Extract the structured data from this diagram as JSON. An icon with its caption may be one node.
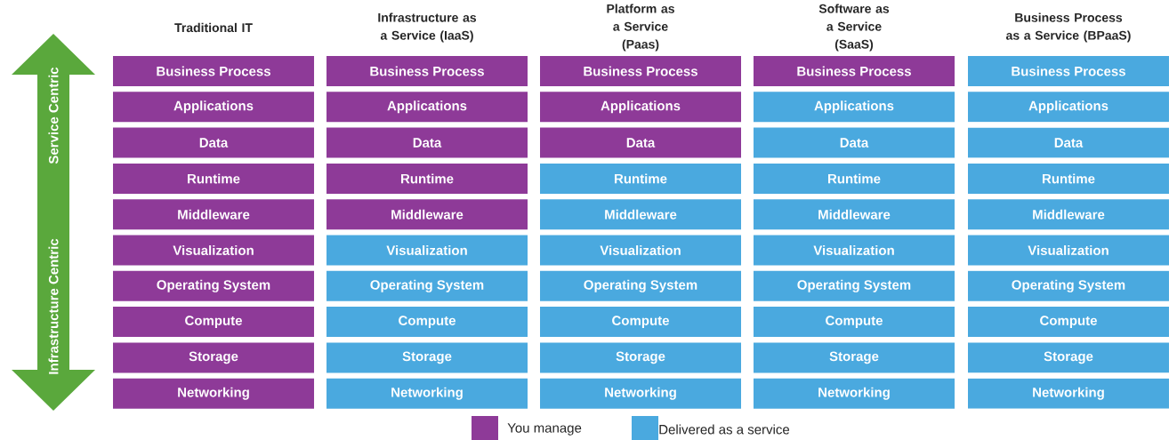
{
  "diagram": {
    "nodes": [
      {
        "text": [
          "Business Process"
        ]
      },
      {
        "text": [
          "Applications"
        ]
      },
      {
        "text": [
          "Data"
        ]
      },
      {
        "text": [
          "Runtime"
        ]
      },
      {
        "text": [
          "Middleware"
        ]
      },
      {
        "text": [
          "Visualization"
        ]
      },
      {
        "text": [
          "Operating System"
        ]
      },
      {
        "text": [
          "Compute"
        ]
      },
      {
        "text": [
          "Storage"
        ]
      },
      {
        "text": [
          "Networking"
        ]
      },
      {
        "text": [
          "Business Process"
        ]
      },
      {
        "text": [
          "Applications"
        ]
      },
      {
        "text": [
          "Data"
        ]
      },
      {
        "text": [
          "Runtime"
        ]
      },
      {
        "text": [
          "Middleware"
        ]
      },
      {
        "text": [
          "Visualization"
        ]
      },
      {
        "text": [
          "Operating System"
        ]
      },
      {
        "text": [
          "Compute"
        ]
      },
      {
        "text": [
          "Storage"
        ]
      },
      {
        "text": [
          "Networking"
        ]
      },
      {
        "text": [
          "Business Process"
        ]
      },
      {
        "text": [
          "Applications"
        ]
      },
      {
        "text": [
          "Data"
        ]
      },
      {
        "text": [
          "Runtime"
        ]
      },
      {
        "text": [
          "Middleware"
        ]
      },
      {
        "text": [
          "Visualization"
        ]
      },
      {
        "text": [
          "Operating System"
        ]
      },
      {
        "text": [
          "Compute"
        ]
      },
      {
        "text": [
          "Storage"
        ]
      },
      {
        "text": [
          "Networking"
        ]
      },
      {
        "text": [
          "Business Process"
        ]
      },
      {
        "text": [
          "Applications"
        ]
      },
      {
        "text": [
          "Data"
        ]
      },
      {
        "text": [
          "Runtime"
        ]
      },
      {
        "text": [
          "Middleware"
        ]
      },
      {
        "text": [
          "Visualization"
        ]
      },
      {
        "text": [
          "Operating System"
        ]
      },
      {
        "text": [
          "Compute"
        ]
      },
      {
        "text": [
          "Storage"
        ]
      },
      {
        "text": [
          "Networking"
        ]
      },
      {
        "text": [
          "Business Process"
        ]
      },
      {
        "text": [
          "Applications"
        ]
      },
      {
        "text": [
          "Data"
        ]
      },
      {
        "text": [
          "Runtime"
        ]
      },
      {
        "text": [
          "Middleware"
        ]
      },
      {
        "text": [
          "Visualization"
        ]
      },
      {
        "text": [
          "Operating System"
        ]
      },
      {
        "text": [
          "Compute"
        ]
      },
      {
        "text": [
          "Storage"
        ]
      },
      {
        "text": [
          "Networking"
        ]
      }
    ],
    "labels": [
      "Traditional IT",
      "Infrastructure as a Service (IaaS)",
      "Platform as a Service (Paas)",
      "Software as a Service (SaaS)",
      "Business Process as a Service (BPaaS)",
      "Service Centric",
      "Infrastructure Centric"
    ],
    "legend": [
      {
        "text": "You manage",
        "color": "#8e3a98"
      },
      {
        "text": "Delivered as a service",
        "color": "#4aa9df"
      }
    ]
  }
}
